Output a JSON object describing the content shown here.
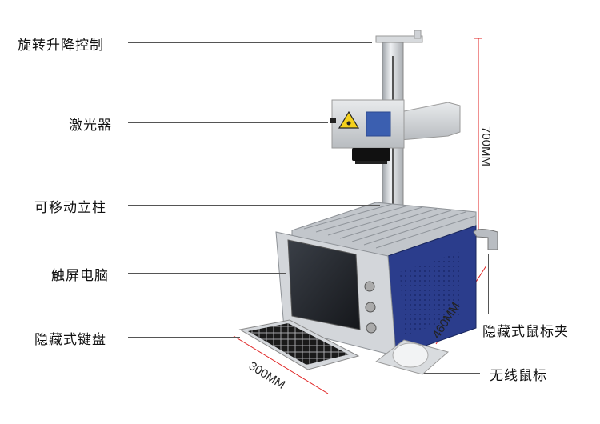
{
  "callouts": {
    "rotate_lift": "旋转升降控制",
    "laser": "激光器",
    "column": "可移动立柱",
    "touch_pc": "触屏电脑",
    "keyboard": "隐藏式键盘",
    "mouse_clip": "隐藏式鼠标夹",
    "mouse": "无线鼠标"
  },
  "dimensions": {
    "height": "700MM",
    "depth": "460MM",
    "width": "300MM"
  },
  "colors": {
    "cabinet_blue": "#2b3d8c",
    "frame_silver": "#c9ccd0",
    "dimension_line": "#e02020"
  }
}
